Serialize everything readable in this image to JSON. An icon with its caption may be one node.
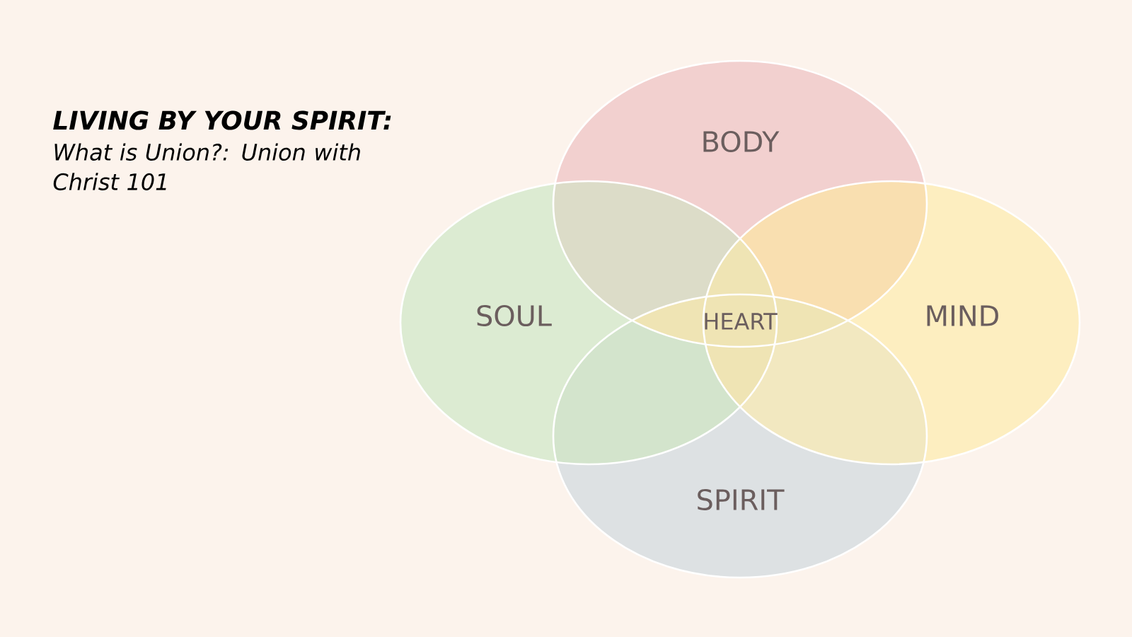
{
  "diagram": {
    "title": "LIVING BY YOUR SPIRIT:",
    "nodes": [
      {
        "text": [
          "BODY"
        ]
      },
      {
        "text": [
          "SOUL"
        ]
      },
      {
        "text": [
          "MIND"
        ]
      },
      {
        "text": [
          "SPIRIT"
        ]
      }
    ],
    "labels": [
      "What is Union?: Union with Christ 101",
      "HEART"
    ]
  }
}
